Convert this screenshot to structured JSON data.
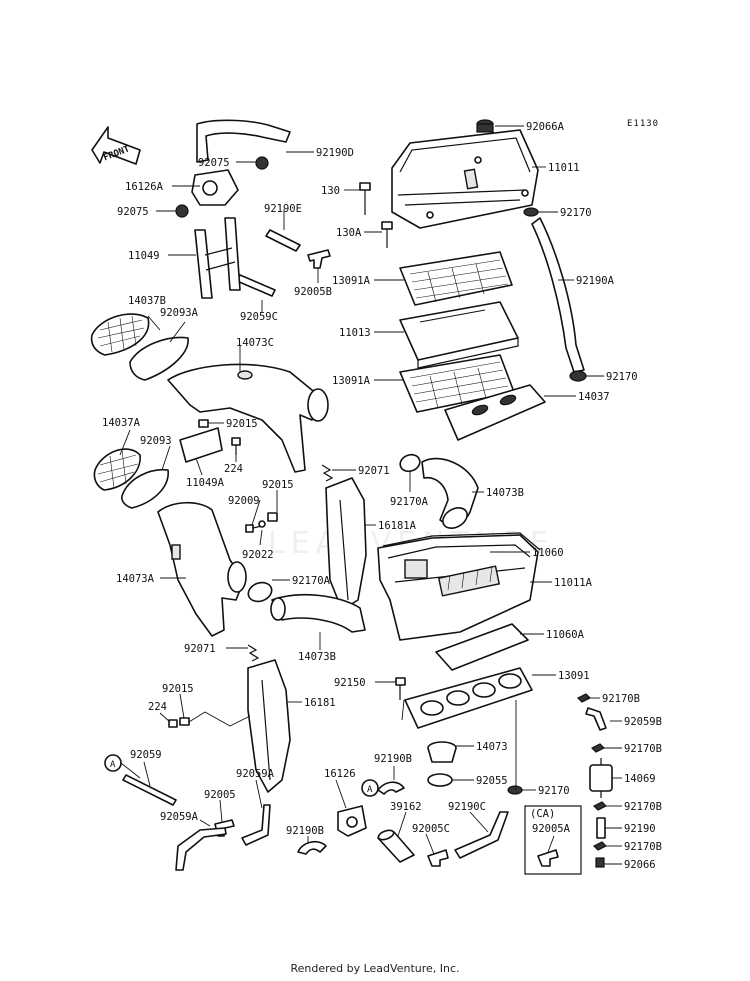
{
  "diagram_code": "E1130",
  "front_label": "FRONT",
  "ca_label": "(CA)",
  "watermark": "LEADVENTURE",
  "footer": "Rendered by LeadVenture, Inc.",
  "callouts": {
    "p92066A": "92066A",
    "p11011_top": "11011",
    "p92190D": "92190D",
    "p92075_a": "92075",
    "p16126A": "16126A",
    "p130": "130",
    "p92170_top": "92170",
    "p92075_b": "92075",
    "p92190E": "92190E",
    "p130A": "130A",
    "p11049": "11049",
    "p92005B": "92005B",
    "p13091A_a": "13091A",
    "p92190A": "92190A",
    "p14037B": "14037B",
    "p92093A": "92093A",
    "p92059C": "92059C",
    "p11013": "11013",
    "p14073C": "14073C",
    "p13091A_b": "13091A",
    "p92170_mid": "92170",
    "p14037": "14037",
    "p14037A": "14037A",
    "p92015_a": "92015",
    "p92093": "92093",
    "p224_a": "224",
    "p92071_a": "92071",
    "p11049A": "11049A",
    "p92015_b": "92015",
    "p92170A_a": "92170A",
    "p14073B_a": "14073B",
    "p92009": "92009",
    "p16181A": "16181A",
    "p92022": "92022",
    "p11060": "11060",
    "p14073A": "14073A",
    "p92170A_b": "92170A",
    "p11011A": "11011A",
    "p11060A": "11060A",
    "p92071_b": "92071",
    "p14073B_b": "14073B",
    "p92150": "92150",
    "p13091": "13091",
    "p92015_c": "92015",
    "p92170B_a": "92170B",
    "p224_b": "224",
    "p16181": "16181",
    "p92059B": "92059B",
    "p14073": "14073",
    "p92170B_b": "92170B",
    "p92059": "92059",
    "p92190B_a": "92190B",
    "p92059A_a": "92059A",
    "p16126": "16126",
    "p92055": "92055",
    "p14069": "14069",
    "p92005": "92005",
    "p39162": "39162",
    "p92170_low": "92170",
    "p92190B_b": "92190B",
    "p92190C": "92190C",
    "p92170B_c": "92170B",
    "p92059A_b": "92059A",
    "p92005C": "92005C",
    "p92005A": "92005A",
    "p92190": "92190",
    "p92170B_d": "92170B",
    "p92066": "92066",
    "ref_A_1": "A",
    "ref_A_2": "A"
  }
}
